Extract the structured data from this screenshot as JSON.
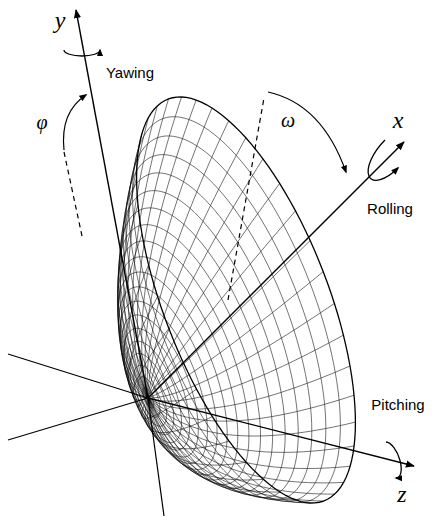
{
  "diagram": {
    "labels": [
      "y",
      "Yawing",
      "φ",
      "ω",
      "x",
      "Rolling",
      "Pitching",
      "z"
    ]
  }
}
